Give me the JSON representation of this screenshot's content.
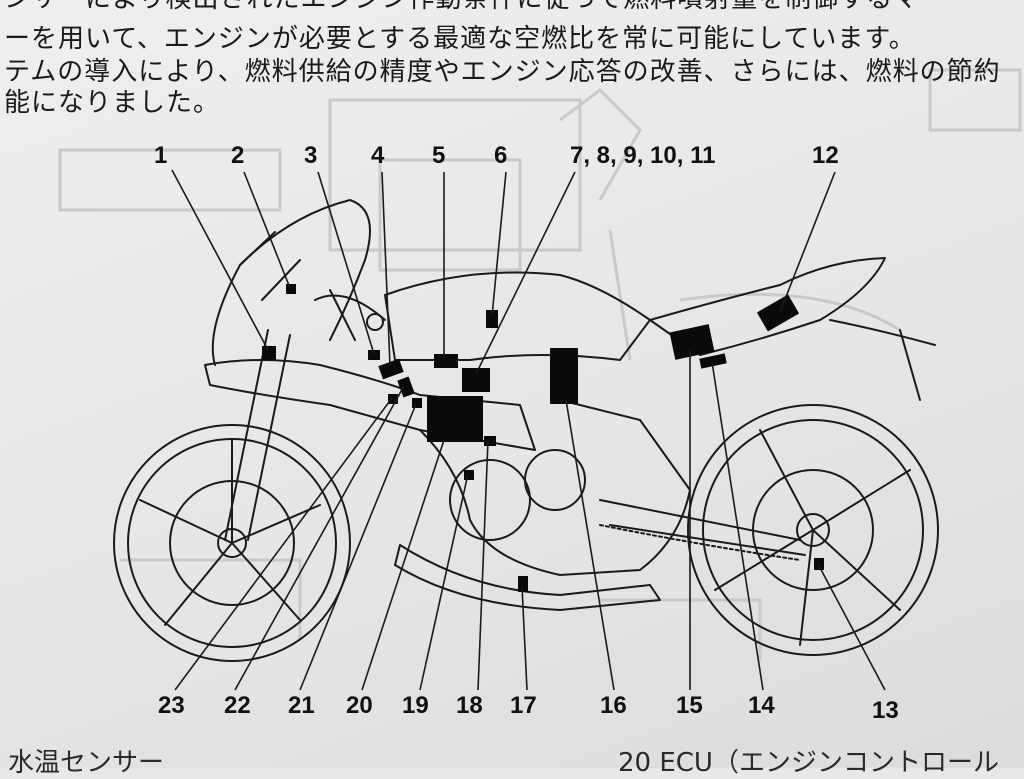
{
  "page_text": {
    "lines": [
      "ンサーにより検出されたエンジン作動条件に従って燃料噴射量を制御するマ",
      "ーを用いて、エンジンが必要とする最適な空燃比を常に可能にしています。",
      "テムの導入により、燃料供給の精度やエンジン応答の改善、さらには、燃料の節約",
      "能になりました。"
    ],
    "bottom_left": "水温センサー",
    "bottom_right": "20 ECU（エンジンコントロール"
  },
  "callouts": {
    "top": [
      "1",
      "2",
      "3",
      "4",
      "5",
      "6",
      "7, 8, 9, 10, 11",
      "12"
    ],
    "bottom": [
      "23",
      "22",
      "21",
      "20",
      "19",
      "18",
      "17",
      "16",
      "15",
      "14",
      "13"
    ]
  },
  "colors": {
    "ink": "#111111",
    "paper": "#ebebe9",
    "marker": "#0a0a0a"
  }
}
